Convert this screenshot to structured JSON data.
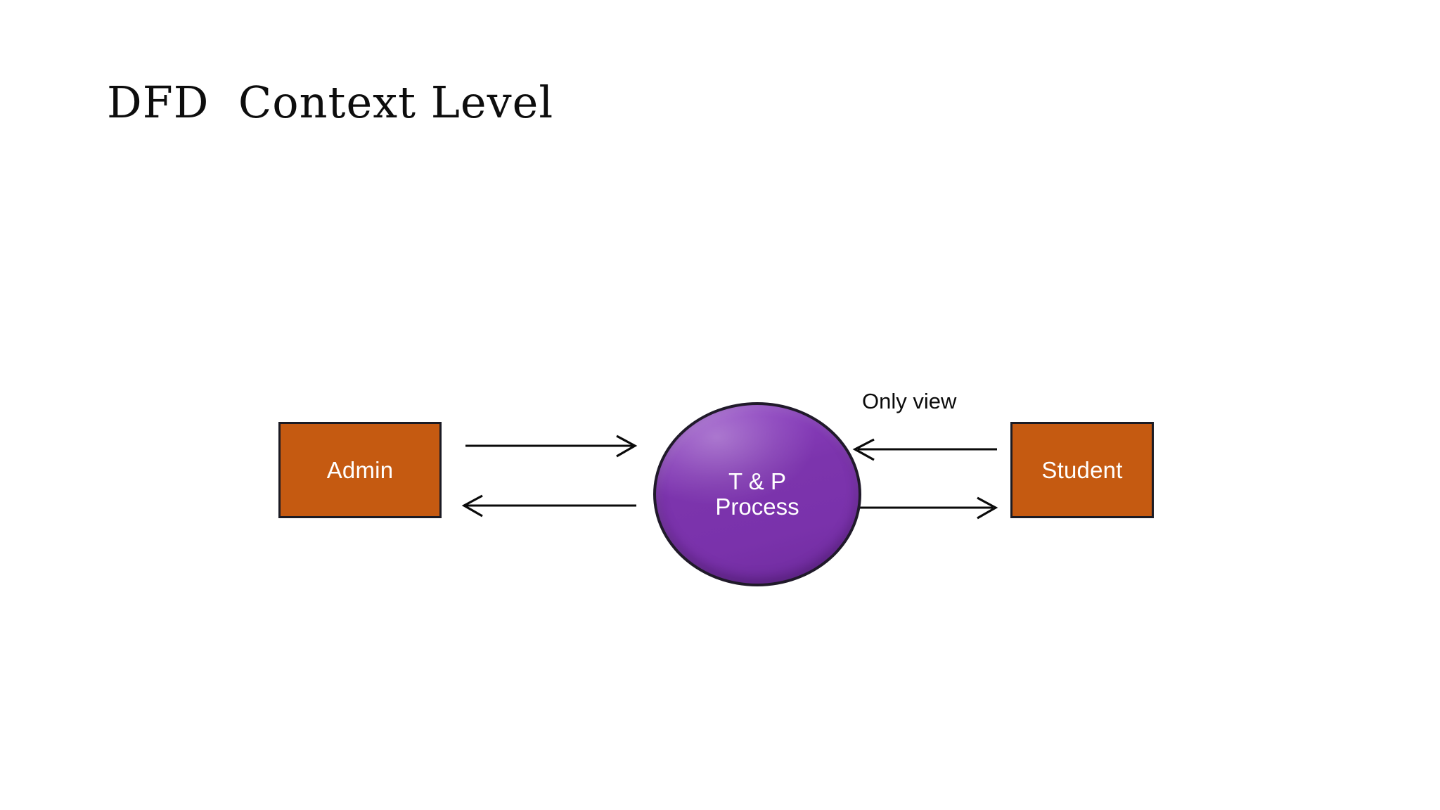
{
  "slide": {
    "title": "DFD  Context Level",
    "background_color": "#ffffff"
  },
  "palette": {
    "entity_fill": "#c55a11",
    "entity_border": "#1b1b24",
    "entity_text": "#ffffff",
    "process_fill": "#7c34ad",
    "process_highlight": "#9248c6",
    "process_border": "#201a2a",
    "process_text": "#ffffff",
    "arrow_color": "#0a0a0a",
    "title_color": "#0d0d0d"
  },
  "diagram": {
    "type": "data-flow-diagram",
    "level": "context",
    "entities": [
      {
        "id": "admin",
        "label": "Admin",
        "shape": "rectangle",
        "side": "left"
      },
      {
        "id": "student",
        "label": "Student",
        "shape": "rectangle",
        "side": "right"
      }
    ],
    "process": {
      "id": "tp-process",
      "shape": "ellipse",
      "label_line1": "T & P",
      "label_line2": "Process"
    },
    "flows": [
      {
        "id": "admin-to-process",
        "from": "admin",
        "to": "tp-process",
        "direction": "right",
        "label": ""
      },
      {
        "id": "process-to-admin",
        "from": "tp-process",
        "to": "admin",
        "direction": "left",
        "label": ""
      },
      {
        "id": "student-to-process",
        "from": "student",
        "to": "tp-process",
        "direction": "left",
        "label": "Only view"
      },
      {
        "id": "process-to-student",
        "from": "tp-process",
        "to": "student",
        "direction": "right",
        "label": ""
      }
    ],
    "labels": {
      "only_view": "Only view"
    }
  }
}
